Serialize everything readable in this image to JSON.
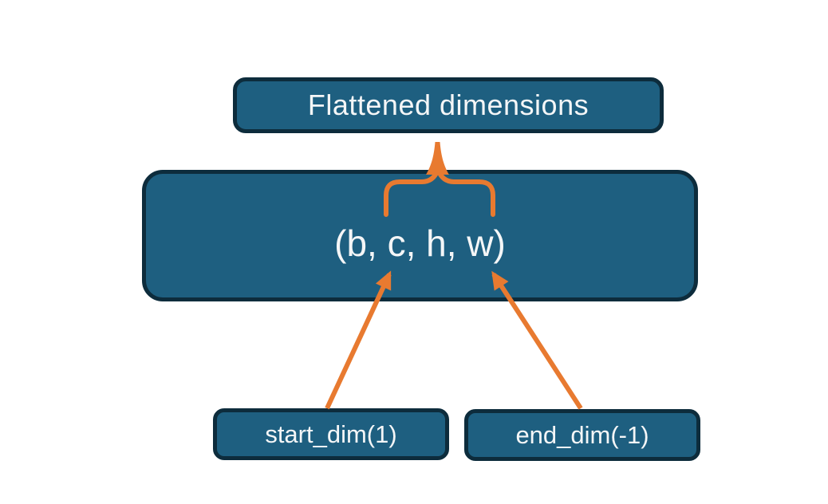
{
  "colors": {
    "bg": "#ffffff",
    "boxFill": "#1e5f80",
    "boxBorder": "#0d2c3c",
    "accent": "#e87a30",
    "text": "#f4f6f7"
  },
  "diagram": {
    "flattened_label": "Flattened dimensions",
    "tensor_shape": "(b, c, h, w)",
    "start_dim_label": "start_dim(1)",
    "end_dim_label": "end_dim(-1)"
  }
}
